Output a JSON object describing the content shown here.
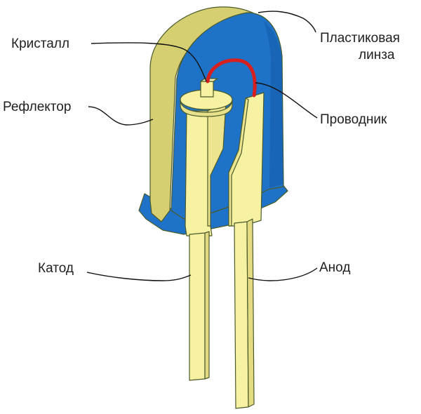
{
  "labels": {
    "crystal": "Кристалл",
    "reflector": "Рефлектор",
    "lens_line1": "Пластиковая",
    "lens_line2": "линза",
    "conductor": "Проводник",
    "cathode": "Катод",
    "anode": "Анод"
  },
  "colors": {
    "lens_blue": "#1e73c8",
    "lens_blue_dark": "#155aa6",
    "lead_yellow": "#f7f2a2",
    "reflector_olive": "#d6cf72",
    "wire_red": "#d62020",
    "text": "#1f1f1f"
  }
}
